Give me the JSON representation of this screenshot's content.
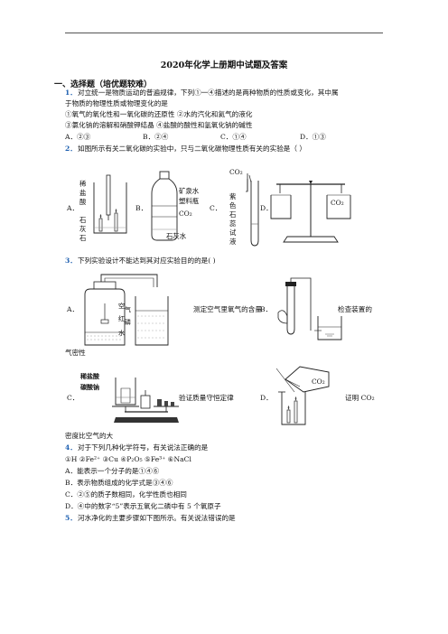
{
  "title": "2020年化学上册期中试题及答案",
  "section": "一、选择题（培优题较难）",
  "q1": {
    "num": "1．",
    "stem": "对立统一是物质运动的普遍规律，下列①一④描述的是两种物质的性质或变化，其中属",
    "stem2": "于物质的物理性质或物理变化的是",
    "line3": "①氧气的氧化性和一氧化碳的还原性 ②水的汽化和氦气的液化",
    "line4": "③氯化钠的溶解和硝酸钾结晶     ④盐酸的酸性和氢氧化钠的碱性",
    "options": [
      "A．②③",
      "B．②④",
      "C．①④",
      "D．①③"
    ]
  },
  "q2": {
    "num": "2．",
    "stem": "如图所示有关二氧化碳的实验中，只与二氧化碳物理性质有关的实验是（        ）",
    "letters": [
      "A．",
      "B．",
      "C．",
      "D．"
    ],
    "a_labels": [
      "稀",
      "盐",
      "酸",
      "石",
      "灰",
      "石"
    ],
    "b_labels": [
      "矿泉水",
      "塑料瓶",
      "CO₂",
      "石灰水"
    ],
    "c_labels": [
      "CO₂",
      "紫",
      "色",
      "石",
      "蕊",
      "试",
      "液"
    ],
    "d_label": "CO₂"
  },
  "q3": {
    "num": "3．",
    "stem": "下列实验设计不能达到其对应实验目的的是(     )",
    "a_letter": "A．",
    "a_labels": [
      "空",
      "气",
      "红",
      "磷",
      "水"
    ],
    "a_text": "测定空气里氧气的含量",
    "b_letter": "B．",
    "b_text": "检查装置的",
    "b_text2": "气密性",
    "c_letter": "C．",
    "c_labels": [
      "稀盐酸",
      "碳酸钠"
    ],
    "c_text": "验证质量守恒定律",
    "d_letter": "D．",
    "d_label": "CO₂",
    "d_text": "证明 CO₂",
    "d_text2": "密度比空气的大"
  },
  "q4": {
    "num": "4．",
    "stem": "对于下列几种化学符号，有关说法正确的是",
    "symbols": "①H ②Fe²⁺ ③Cu ④P₂O₅ ⑤Fe³⁺ ⑥NaCl",
    "options": [
      "A．能表示一个分子的是①④⑥",
      "B．表示物质组成的化学式是③④⑥",
      "C．②⑤的质子数相同，化学性质也相同",
      "D．④中的数字“5”表示五氧化二磷中有 5 个氧原子"
    ]
  },
  "q5": {
    "num": "5．",
    "stem": "河水净化的主要步骤如下图所示。有关说法错误的是"
  }
}
